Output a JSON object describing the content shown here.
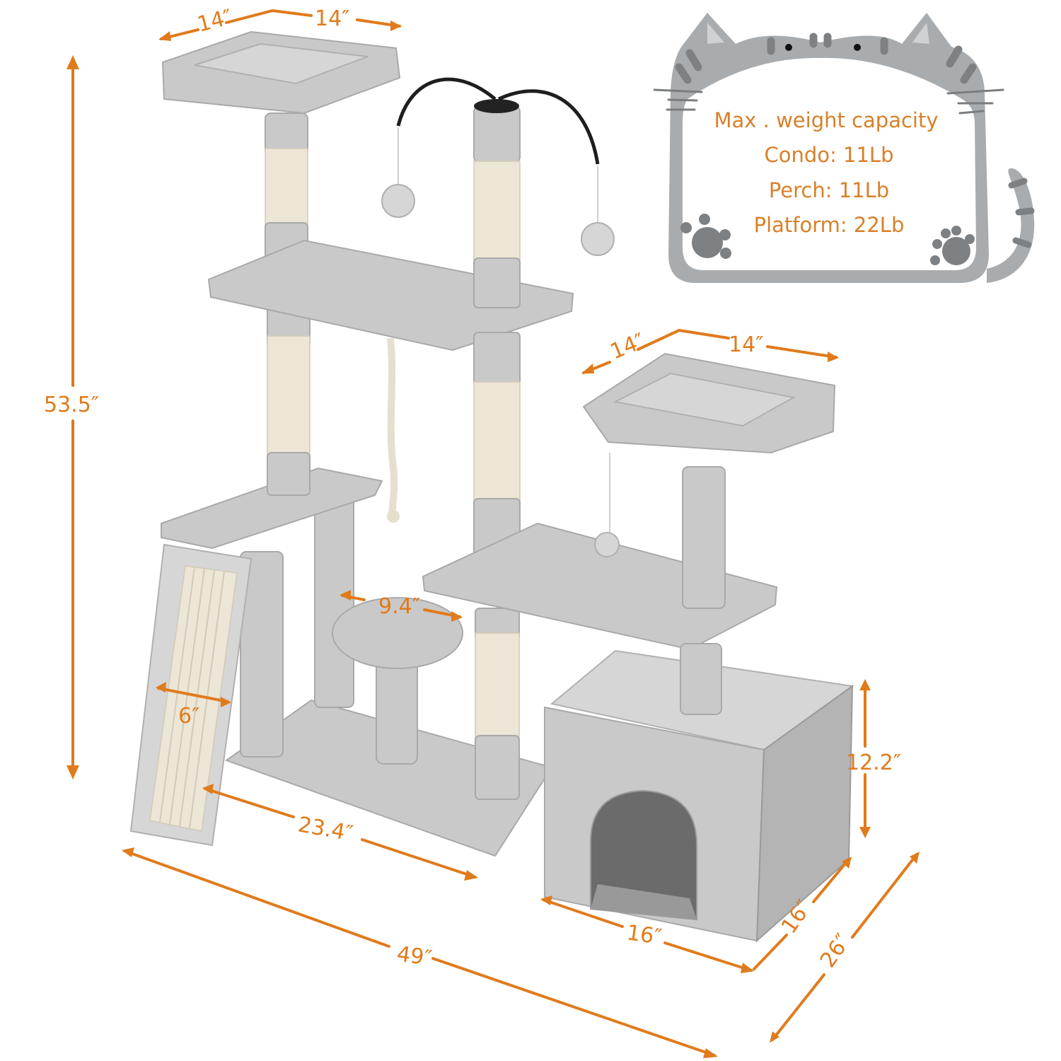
{
  "product": {
    "name": "Cat tree with condo",
    "colors": {
      "dimension_accent": "#e07b1c",
      "fur": "#c9c9c9",
      "sisal": "#ece6d6",
      "cat_frame": "#a9acae",
      "cat_stripes": "#7e8183",
      "toy_wire": "#1e1e1e"
    }
  },
  "dimensions": {
    "top_perch_width": "14″",
    "top_perch_depth": "14″",
    "total_height": "53.5″",
    "right_perch_width": "14″",
    "right_perch_depth": "14″",
    "round_step_diameter": "9.4″",
    "ramp_width": "6″",
    "condo_height": "12.2″",
    "base_length": "23.4″",
    "total_width": "49″",
    "condo_width": "16″",
    "condo_depth": "16″",
    "total_depth": "26″"
  },
  "capacity_card": {
    "title": "Max . weight capacity",
    "lines": [
      "Condo: 11Lb",
      "Perch: 11Lb",
      "Platform: 22Lb"
    ],
    "icons": [
      "cat-face-frame",
      "paw-print-left",
      "paw-print-right",
      "cat-tail"
    ]
  }
}
